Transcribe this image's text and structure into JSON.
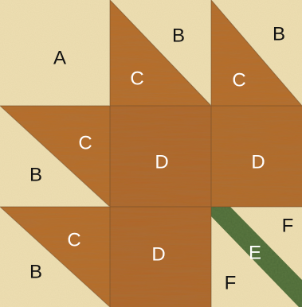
{
  "colors": {
    "background_fabric": "#efe0b3",
    "background_fabric_shade": "#e6d29d",
    "rust_fabric": "#b86d2b",
    "rust_fabric_dark": "#9c561d",
    "rust_fabric_light": "#c9833e",
    "green_fabric": "#4e6b37",
    "green_fabric_dark": "#3d5a2a",
    "seam": "#6b4a2a",
    "dark_label": "#111111",
    "light_label": "#ffffff"
  },
  "pieces": {
    "a": "A",
    "b": "B",
    "c": "C",
    "d": "D",
    "e": "E",
    "f": "F"
  }
}
